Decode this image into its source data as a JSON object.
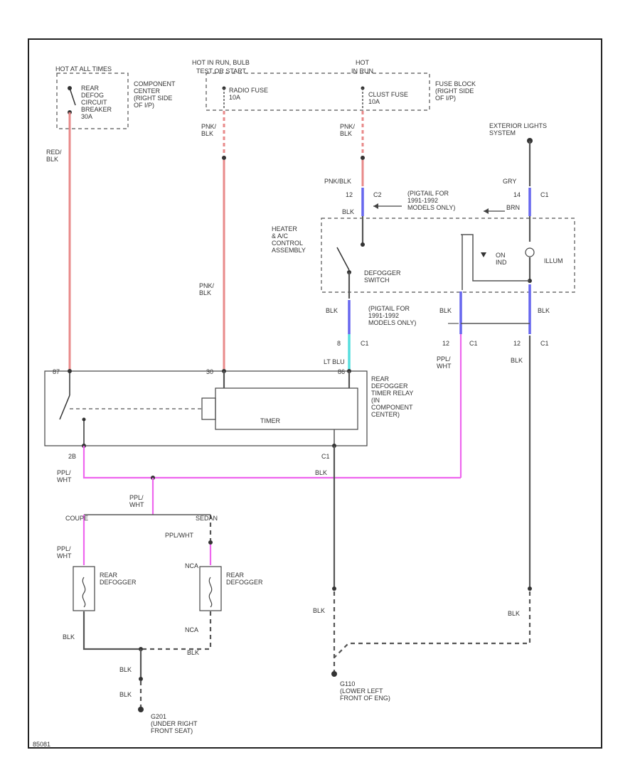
{
  "labels": {
    "hot_all_times": "HOT AT ALL TIMES",
    "hot_run_bulb": "HOT IN RUN, BULB",
    "test_or_start": "TEST OR START",
    "hot_in_run": "HOT",
    "hot_in_run2": "IN RUN",
    "rear_defog_cb": "REAR\nDEFOG\nCIRCUIT\nBREAKER\n30A",
    "component_center": "COMPONENT\nCENTER\n(RIGHT SIDE\nOF I/P)",
    "fuse_block": "FUSE BLOCK\n(RIGHT SIDE\nOF I/P)",
    "radio_fuse": "RADIO FUSE\n10A",
    "cluster_fuse": "CLUST FUSE\n10A",
    "exterior_lights": "EXTERIOR LIGHTS\nSYSTEM",
    "red_blk": "RED/\nBLK",
    "pnk_blk_1": "PNK/\nBLK",
    "pnk_blk_2": "PNK/\nBLK",
    "pnk_blk_3": "PNK/BLK",
    "pnk_blk_4": "PNK/\nBLK",
    "c2_pin": "12",
    "c2": "C2",
    "blk_1": "BLK",
    "pigtail_1": "(PIGTAIL FOR\n1991-1992\nMODELS ONLY)",
    "gry": "GRY",
    "c1_pin_top": "14",
    "c1_top": "C1",
    "brn": "BRN",
    "heater_ac": "HEATER\n& A/C\nCONTROL\nASSEMBLY",
    "defogger_switch": "DEFOGGER\nSWITCH",
    "on_ind": "ON\nIND",
    "illum": "ILLUM",
    "blk_2": "BLK",
    "pigtail_2": "(PIGTAIL FOR\n1991-1992\nMODELS ONLY)",
    "pin_8": "8",
    "c1_a": "C1",
    "blk_3": "BLK",
    "pin_12a": "12",
    "c1_b": "C1",
    "blk_4": "BLK",
    "pin_12b": "12",
    "c1_c": "C1",
    "ppl_wht_1": "PPL/\nWHT",
    "blk_5": "BLK",
    "lt_blu": "LT BLU",
    "pin_87": "87",
    "pin_30": "30",
    "pin_86": "86",
    "timer": "TIMER",
    "relay_label": "REAR\nDEFOGGER\nTIMER RELAY\n(IN\nCOMPONENT\nCENTER)",
    "pin_2b": "2B",
    "pin_c1": "C1",
    "ppl_wht_2": "PPL/\nWHT",
    "blk_6": "BLK",
    "ppl_wht_3": "PPL/\nWHT",
    "coupe": "COUPE",
    "sedan": "SEDAN",
    "ppl_wht_4": "PPL/WHT",
    "ppl_wht_5": "PPL/\nWHT",
    "nca_1": "NCA",
    "rear_defogger_1": "REAR\nDEFOGGER",
    "rear_defogger_2": "REAR\nDEFOGGER",
    "nca_2": "NCA",
    "blk_7": "BLK",
    "blk_8": "BLK",
    "blk_9": "BLK",
    "blk_10": "BLK",
    "blk_11": "BLK",
    "blk_12": "BLK",
    "g201": "G201\n(UNDER RIGHT\nFRONT SEAT)",
    "g110": "G110\n(LOWER LEFT\nFRONT OF ENG)",
    "figure_id": "85081"
  },
  "colors": {
    "red_wire": "#e88a8a",
    "pink_wire": "#ee66ee",
    "blue_connector": "#6666ee",
    "cyan_connector": "#55dddd",
    "black_wire": "#555555"
  }
}
